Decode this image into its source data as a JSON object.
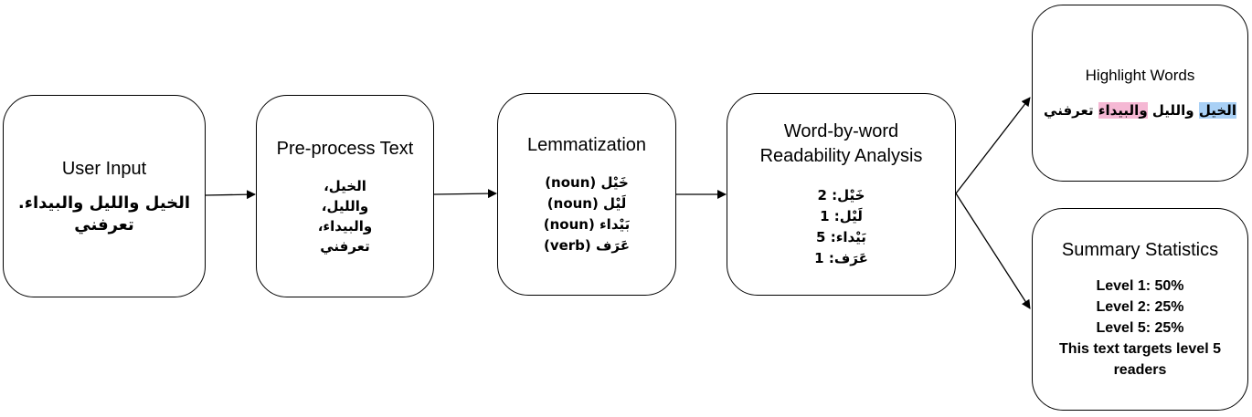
{
  "nodes": {
    "user_input": {
      "title": "User Input",
      "lines": [
        "الخيل والليل والبيداء.",
        "تعرفني"
      ]
    },
    "preprocess": {
      "title": "Pre-process Text",
      "tokens": [
        "الخيل،",
        "والليل،",
        "والبيداء،",
        "تعرفني"
      ]
    },
    "lemmatization": {
      "title": "Lemmatization",
      "lemmas": [
        "خَيْل (noun)",
        "لَيْل (noun)",
        "بَيْداء (noun)",
        "عَرَف (verb)"
      ]
    },
    "readability": {
      "title_line1": "Word-by-word",
      "title_line2": "Readability Analysis",
      "levels": [
        "خَيْل: 2",
        "لَيْل: 1",
        "بَيْداء: 5",
        "عَرَف: 1"
      ]
    },
    "highlight": {
      "title": "Highlight Words",
      "word1": "الخيل",
      "word2": "والليل",
      "word3": "والبيداء",
      "word4": "تعرفني",
      "colors": {
        "level1": "#a9d0f5",
        "level5": "#f5b8d4"
      }
    },
    "summary": {
      "title": "Summary Statistics",
      "lines": [
        "Level 1: 50%",
        "Level 2: 25%",
        "Level 5: 25%",
        "This text targets level 5",
        "readers"
      ]
    }
  }
}
